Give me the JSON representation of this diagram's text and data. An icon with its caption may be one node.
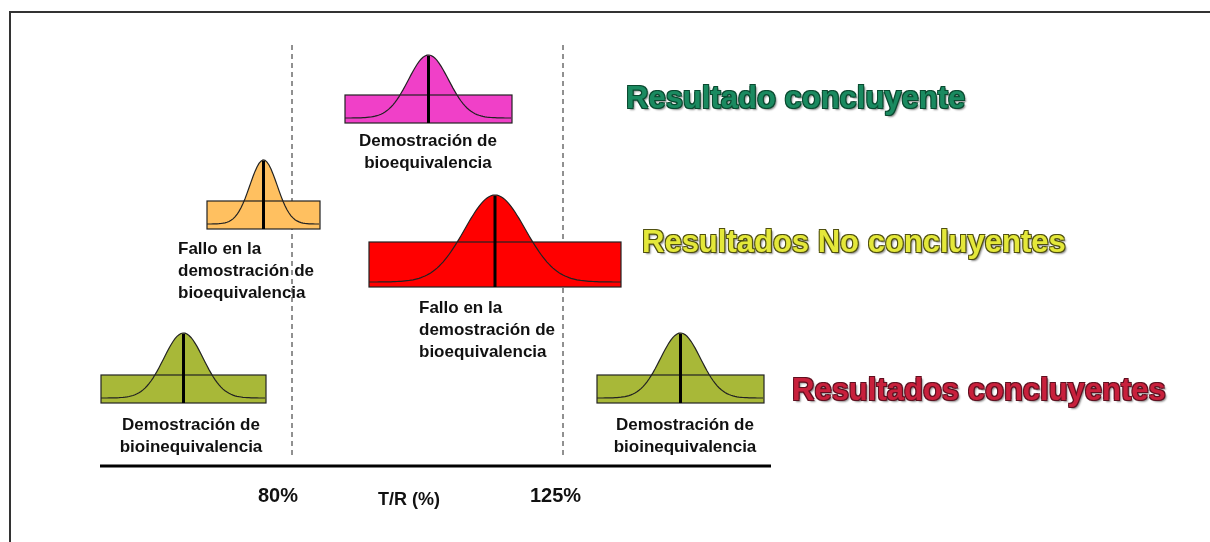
{
  "diagram": {
    "labels": [
      "Demostración de bioequivalencia",
      "Resultado concluyente",
      "Fallo en la demostración de bioequivalencia",
      "Resultados No concluyentes",
      "Fallo en la demostración de bioequivalencia",
      "Demostración de bioinequivalencia",
      "Resultados concluyentes",
      "Demostración de bioinequivalencia",
      "80%",
      "T/R (%)",
      "125%"
    ]
  }
}
